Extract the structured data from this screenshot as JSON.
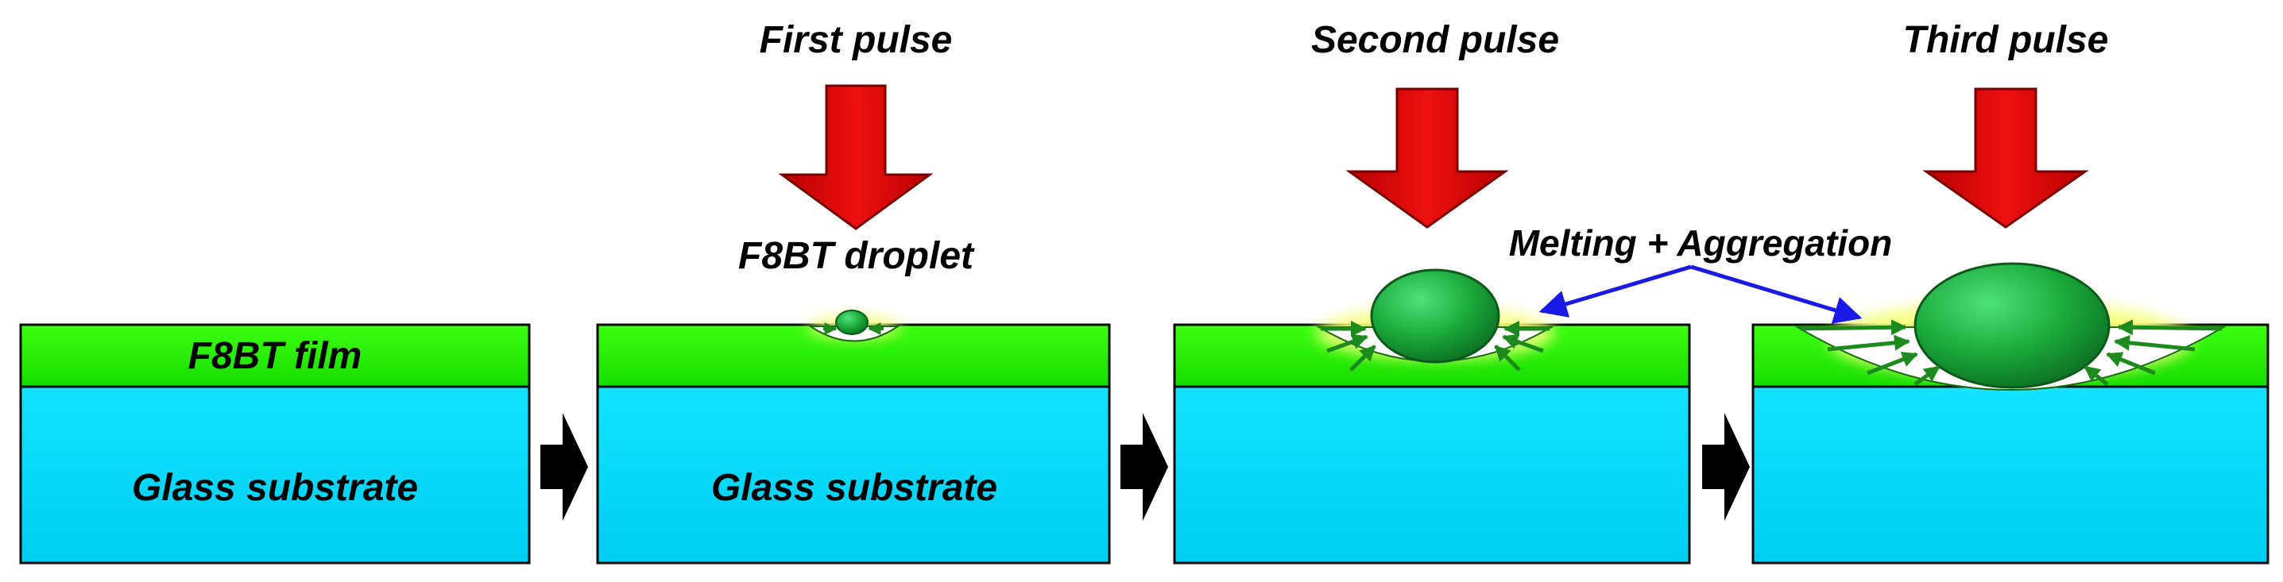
{
  "labels": {
    "film": "F8BT film",
    "glass_1": "Glass substrate",
    "glass_2": "Glass substrate",
    "pulse_1": "First pulse",
    "pulse_2": "Second pulse",
    "pulse_3": "Third pulse",
    "droplet": "F8BT droplet",
    "melting": "Melting + Aggregation"
  },
  "colors": {
    "film": "#22ee00",
    "substrate": "#00d8ff",
    "droplet": "#1aa83a",
    "pulse_arrow": "#dd0000",
    "process_arrow": "#000000",
    "callout": "#1a1ae6",
    "glow": "#f4ff7a",
    "flow_arrow": "#1c8a1c"
  },
  "icons": {
    "pulse": "down-arrow-icon",
    "process_step": "right-arrow-icon"
  }
}
